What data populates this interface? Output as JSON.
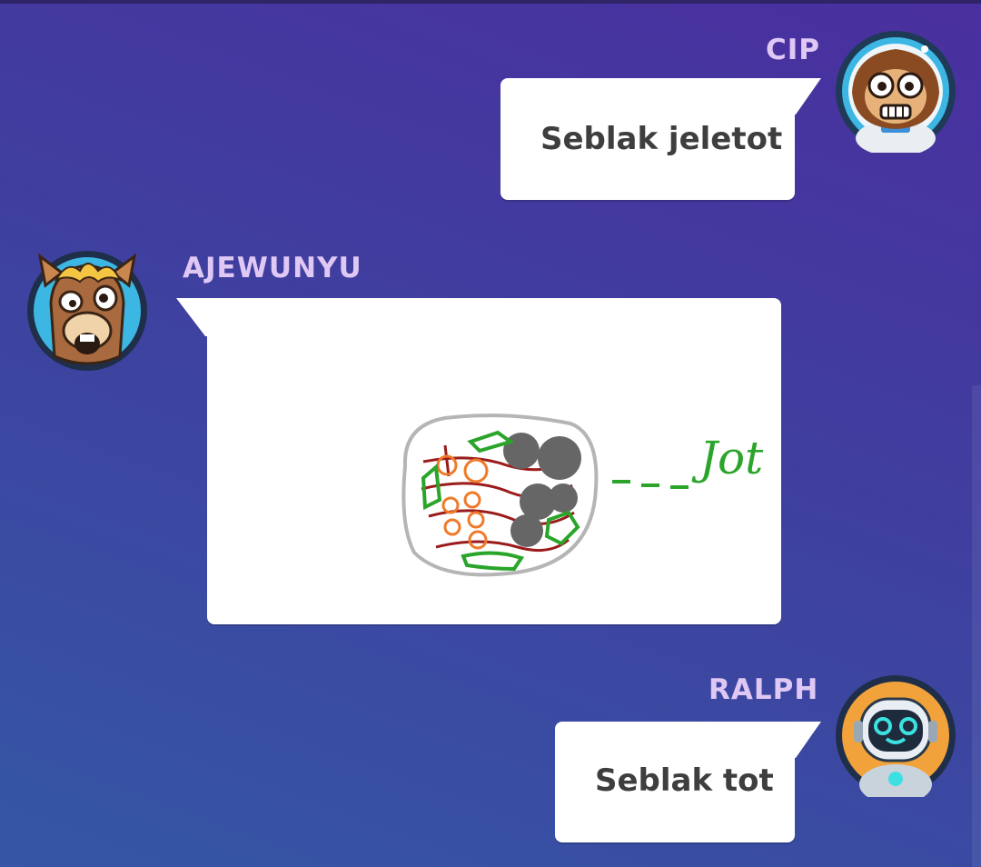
{
  "messages": [
    {
      "username": "CIP",
      "text": "Seblak jeletot",
      "avatar": "monkey-astronaut-icon",
      "side": "right"
    },
    {
      "username": "AJEWUNYU",
      "avatar": "llama-icon",
      "side": "left",
      "drawing_label": "Jot"
    },
    {
      "username": "RALPH",
      "text": "Seblak tot",
      "avatar": "robot-icon",
      "side": "right"
    }
  ],
  "colors": {
    "username": "#e0c8f5",
    "bubble_bg": "#ffffff",
    "bubble_text": "#3e3e3e",
    "bg_top": "#4a2f9f",
    "bg_bottom": "#3557a5"
  }
}
